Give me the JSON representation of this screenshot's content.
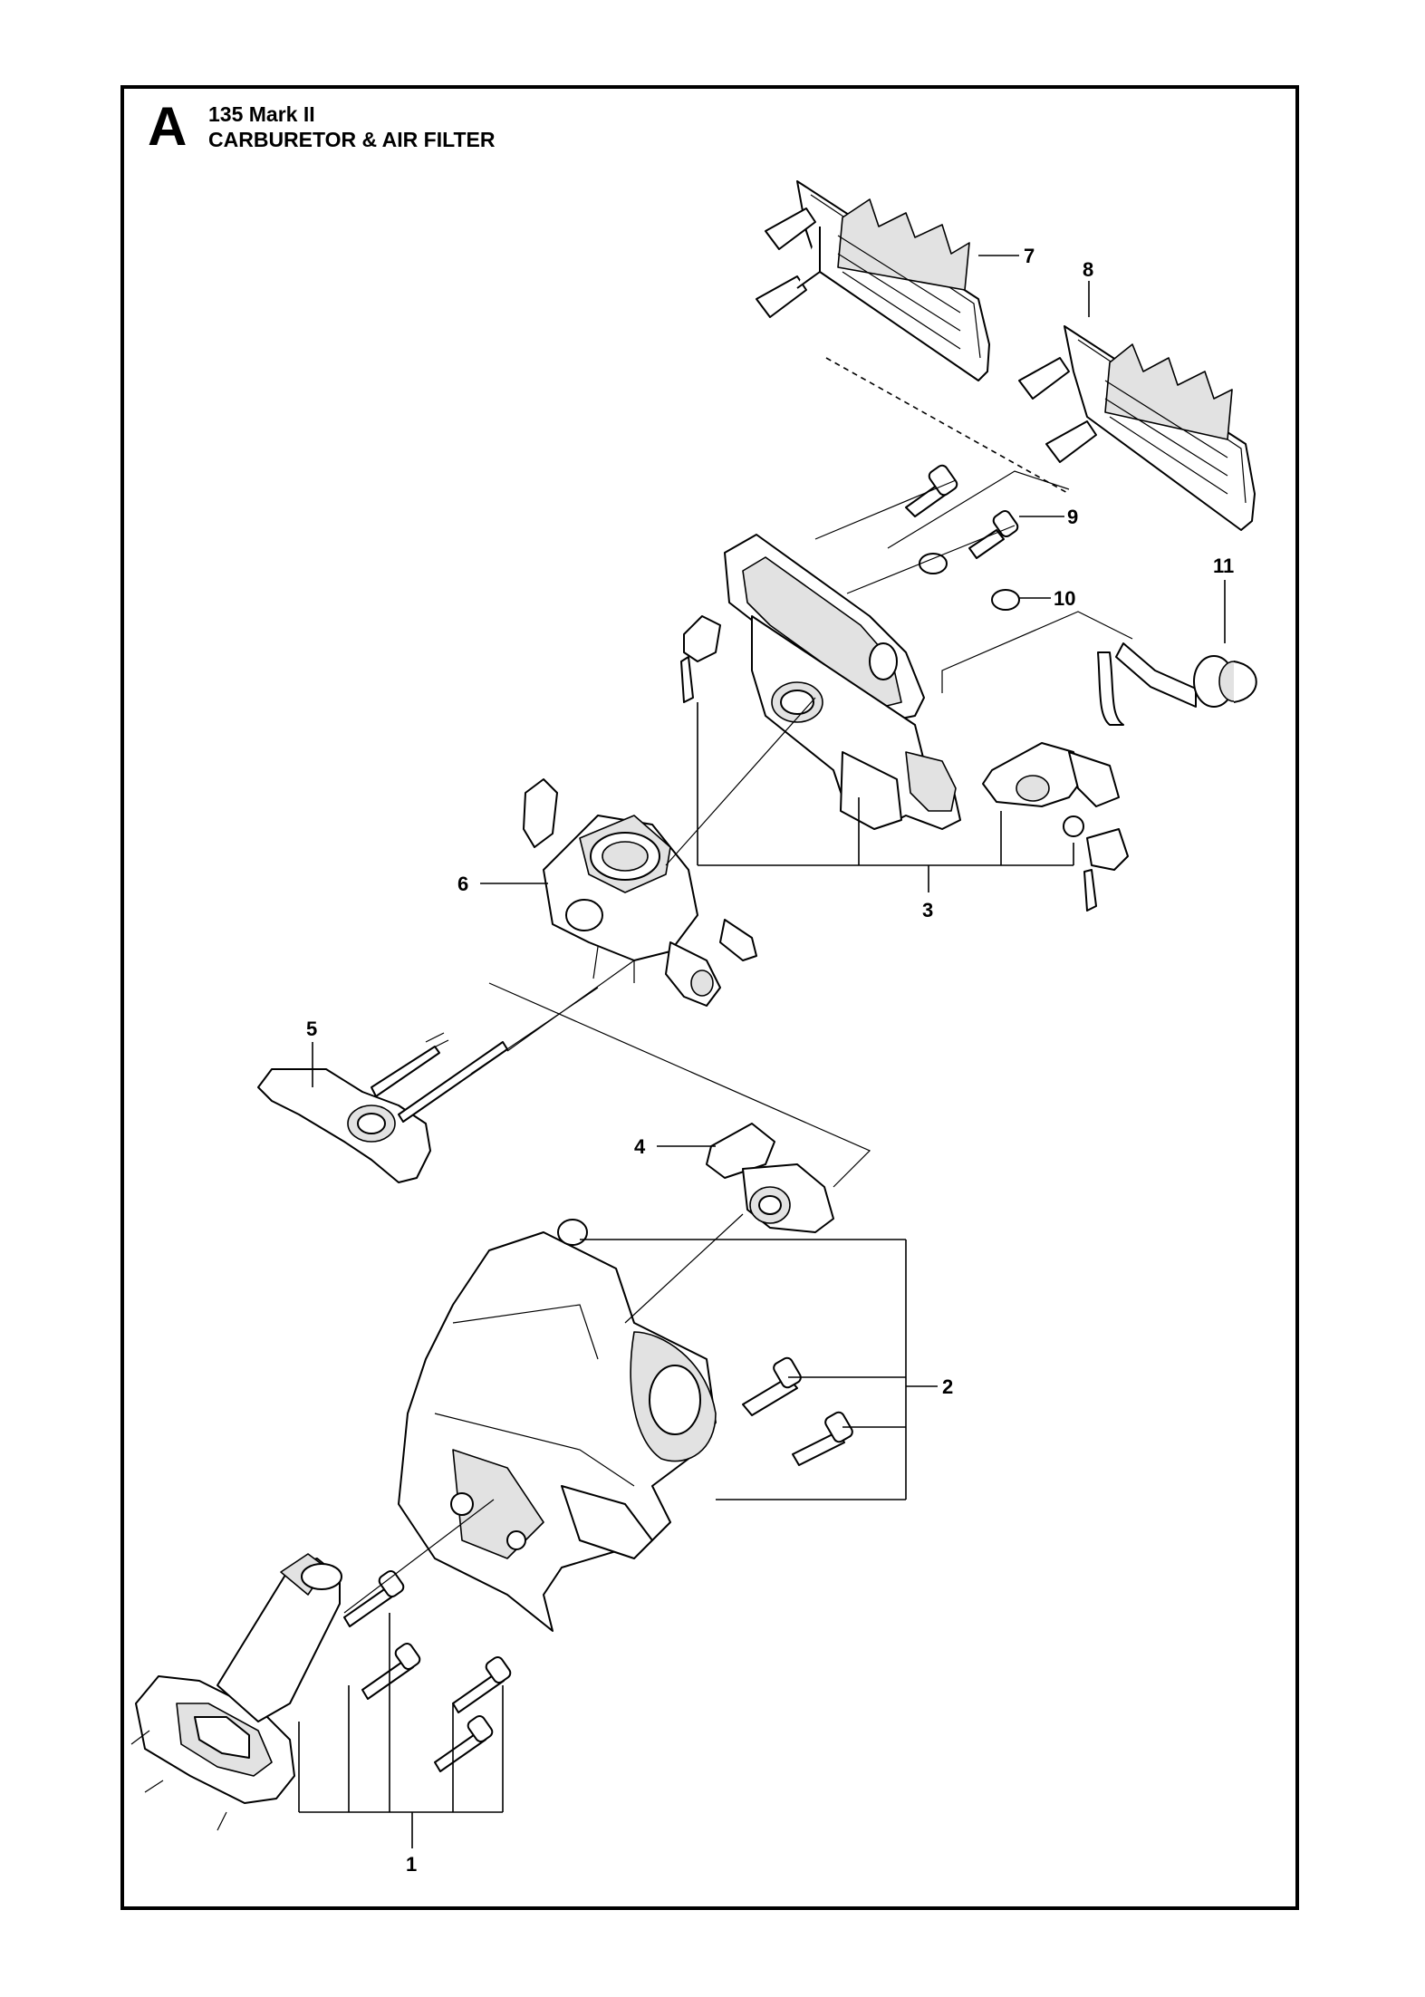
{
  "header": {
    "section_letter": "A",
    "model": "135 Mark II",
    "title": "CARBURETOR & AIR FILTER"
  },
  "callouts": {
    "c1": "1",
    "c2": "2",
    "c3": "3",
    "c4": "4",
    "c5": "5",
    "c6": "6",
    "c7": "7",
    "c8": "8",
    "c9": "9",
    "c10": "10",
    "c11": "11"
  }
}
